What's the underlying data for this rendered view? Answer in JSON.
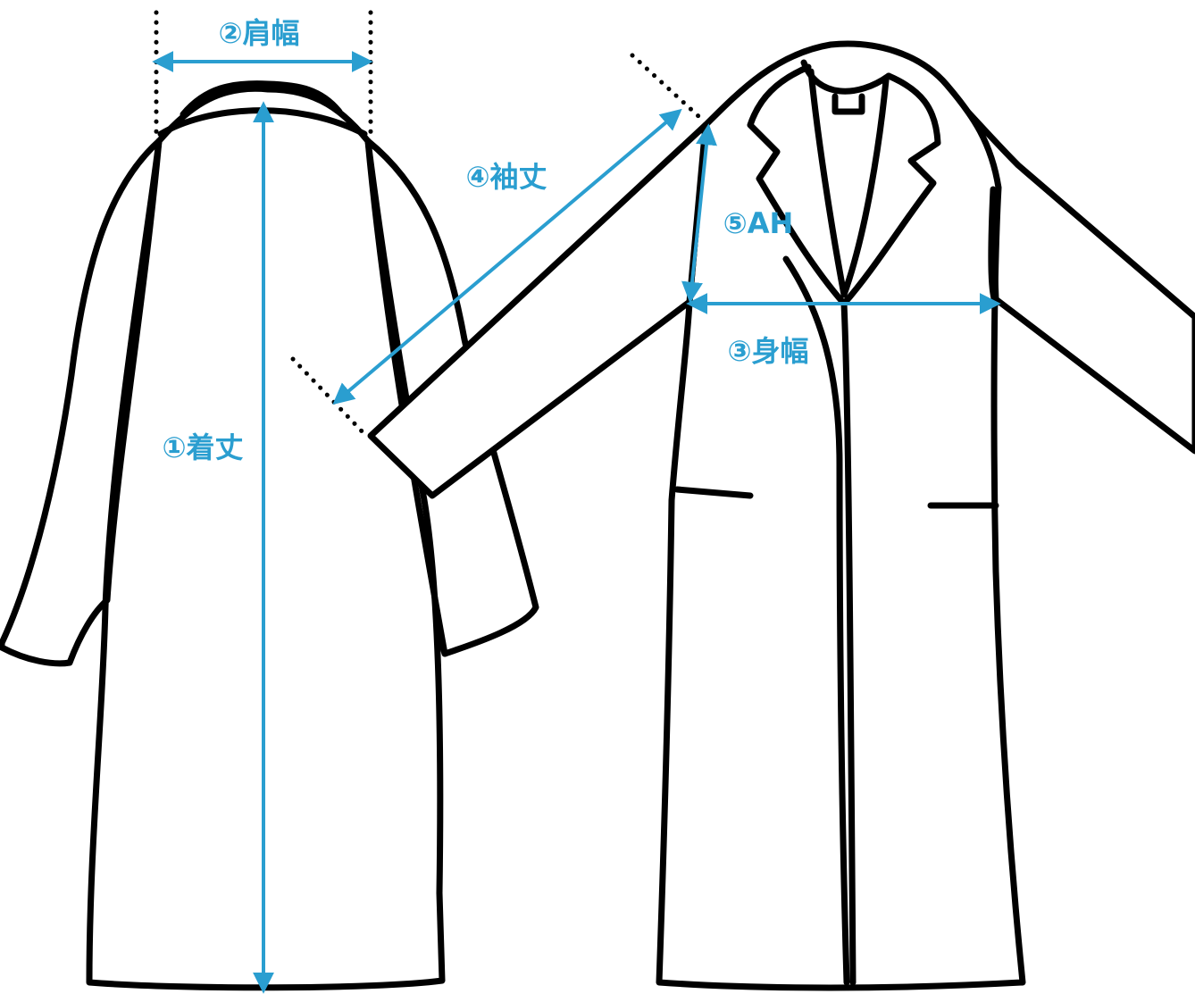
{
  "accent_color": "#2a9ed0",
  "outline_color": "#000000",
  "measurements": [
    {
      "id": "length",
      "label": "①着丈"
    },
    {
      "id": "shoulder",
      "label": "②肩幅"
    },
    {
      "id": "body-width",
      "label": "③身幅"
    },
    {
      "id": "sleeve",
      "label": "④袖丈"
    },
    {
      "id": "armhole",
      "label": "⑤AH"
    }
  ]
}
